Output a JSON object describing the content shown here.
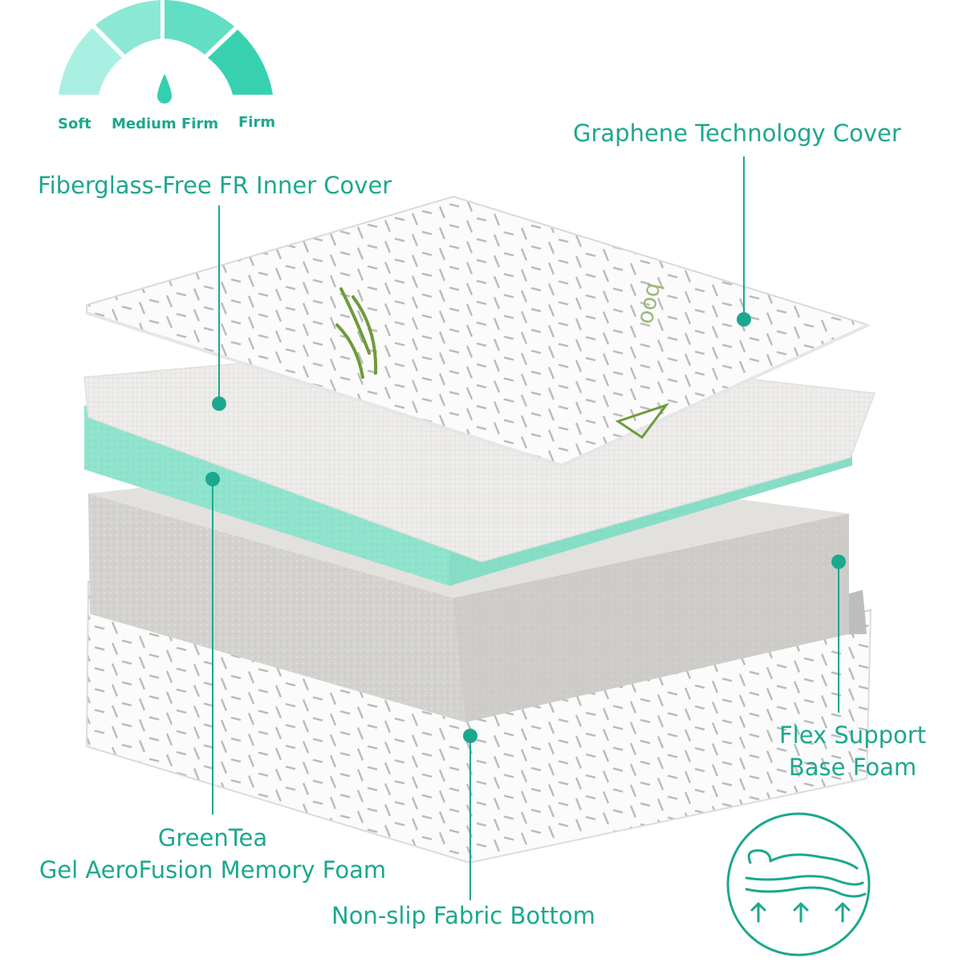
{
  "firmness_scale": {
    "labels": [
      "Soft",
      "Medium Firm",
      "Firm"
    ],
    "segment_colors": [
      "#a9efe1",
      "#86e6d3",
      "#5fdcc3",
      "#33cfae"
    ]
  },
  "colors": {
    "accent": "#1ca88e",
    "foam_green": "#8be4cc",
    "foam_gray": "#cfcfcc",
    "cover_white": "#fbfbfb",
    "leaf_green": "#6f9a3c"
  },
  "callouts": {
    "graphene_cover": "Graphene Technology Cover",
    "inner_cover": "Fiberglass-Free FR Inner Cover",
    "flex_support_line1": "Flex Support",
    "flex_support_line2": "Base Foam",
    "greentea_line1": "GreenTea",
    "greentea_line2": "Gel AeroFusion Memory Foam",
    "bottom": "Non-slip Fabric Bottom"
  },
  "badge": {
    "icon": "body-on-mattress-icon"
  }
}
